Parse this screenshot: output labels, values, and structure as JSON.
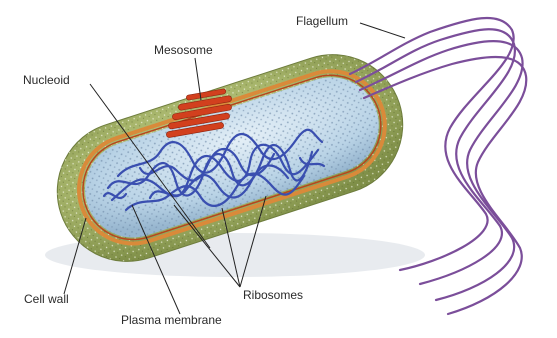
{
  "labels": {
    "flagellum": "Flagellum",
    "mesosome": "Mesosome",
    "nucleoid": "Nucleoid",
    "cell_wall": "Cell wall",
    "ribosomes": "Ribosomes",
    "plasma_membrane": "Plasma membrane"
  },
  "colors": {
    "cell_wall": "#a7b56b",
    "plasma_membrane": "#d98a3a",
    "cytoplasm": "#b9d3e6",
    "nucleoid": "#3a4fb0",
    "mesosome": "#d2401e",
    "flagellum": "#7b4e9a",
    "leader_line": "#222222"
  }
}
